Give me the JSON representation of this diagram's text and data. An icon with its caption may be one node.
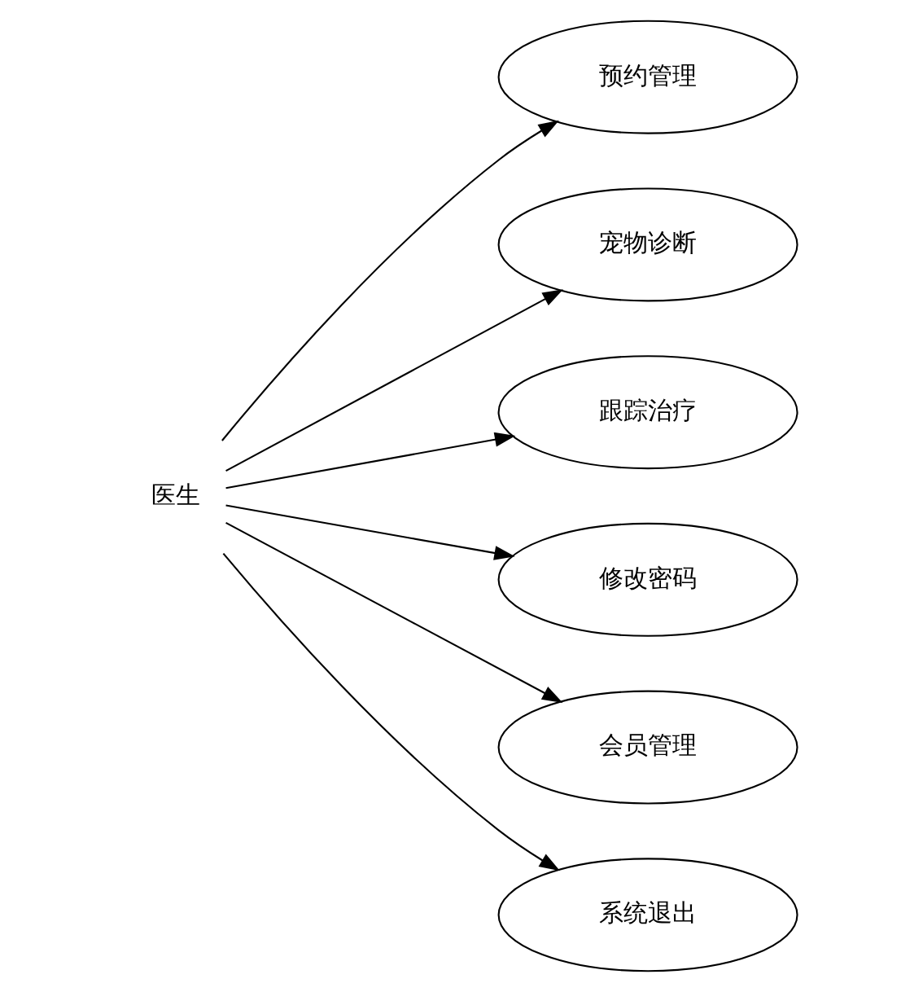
{
  "diagram": {
    "nodes": [
      {
        "text": [
          "医生"
        ]
      },
      {
        "text": [
          "预约管理"
        ]
      },
      {
        "text": [
          "宠物诊断"
        ]
      },
      {
        "text": [
          "跟踪治疗"
        ]
      },
      {
        "text": [
          "修改密码"
        ]
      },
      {
        "text": [
          "会员管理"
        ]
      },
      {
        "text": [
          "系统退出"
        ]
      }
    ],
    "edges": [
      {
        "from": 0,
        "to": 1,
        "arrow": "to"
      },
      {
        "from": 0,
        "to": 2,
        "arrow": "to"
      },
      {
        "from": 0,
        "to": 3,
        "arrow": "to"
      },
      {
        "from": 0,
        "to": 4,
        "arrow": "to"
      },
      {
        "from": 0,
        "to": 5,
        "arrow": "to"
      },
      {
        "from": 0,
        "to": 6,
        "arrow": "to"
      }
    ]
  }
}
